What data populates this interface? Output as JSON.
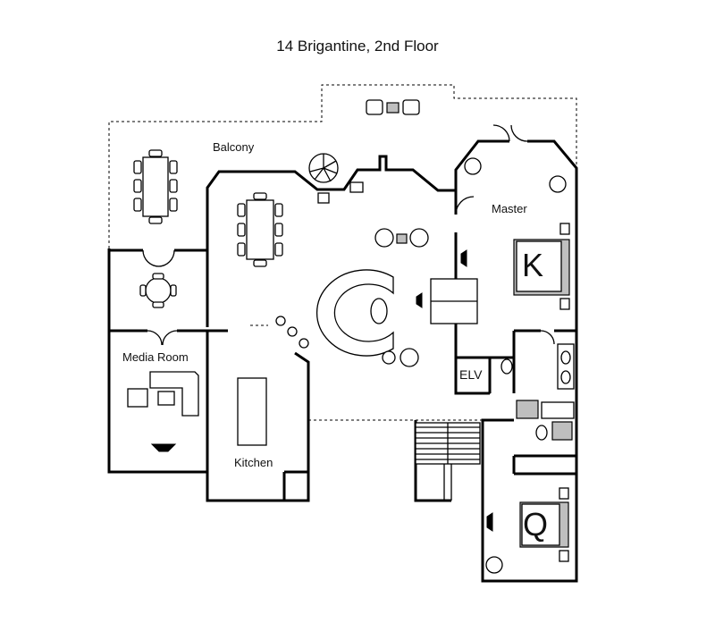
{
  "title": "14 Brigantine, 2nd Floor",
  "rooms": {
    "balcony": "Balcony",
    "master": "Master",
    "media_room": "Media Room",
    "kitchen": "Kitchen",
    "elevator": "ELV"
  },
  "beds": {
    "master_bed": "K",
    "second_bed": "Q"
  }
}
